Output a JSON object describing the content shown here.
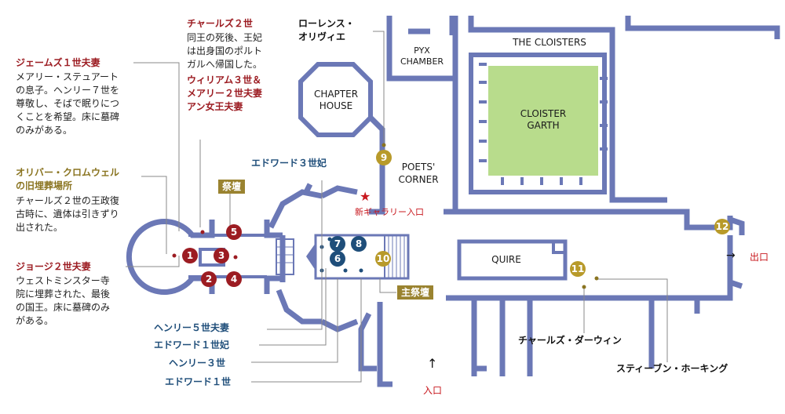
{
  "colors": {
    "wall": "#6b78b6",
    "garth": "#b8dc8c",
    "red": "#9c1c22",
    "navy": "#1f4e7a",
    "gold": "#b89a2a",
    "tag": "#9a8330"
  },
  "labels": {
    "charles2_title": "チャールズ２世",
    "charles2_body": [
      "同王の死後、王妃",
      "は出身国のポルト",
      "ガルへ帰国した。"
    ],
    "william3_title": [
      "ウィリアム３世＆",
      "メアリー２世夫妻",
      "アン女王夫妻"
    ],
    "lawrence_olivier": [
      "ローレンス・",
      "オリヴィエ"
    ],
    "james1_title": "ジェームズ１世夫妻",
    "james1_body": [
      "メアリー・ステュアート",
      "の息子。ヘンリー７世を",
      "尊敬し、そばで眠りにつ",
      "くことを希望。床に墓碑",
      "のみがある。"
    ],
    "cromwell_title": [
      "オリバー・クロムウェル",
      "の旧埋葬場所"
    ],
    "cromwell_body": [
      "チャールズ２世の王政復",
      "古時に、遺体は引きずり",
      "出された。"
    ],
    "george2_title": "ジョージ２世夫妻",
    "george2_body": [
      "ウェストミンスター寺",
      "院に埋葬された、最後",
      "の国王。床に墓碑のみ",
      "がある。"
    ],
    "edward3_consort": "エドワード３世妃",
    "henry5_couple": "ヘンリー５世夫妻",
    "edward1_consort": "エドワード１世妃",
    "henry3": "ヘンリー３世",
    "edward1": "エドワード１世",
    "charles_darwin": "チャールズ・ダーウィン",
    "stephen_hawking": "スティーブン・ホーキング",
    "new_gallery_entrance": "新ギャラリー入口",
    "entrance": "入口",
    "exit": "出口",
    "exit_arrow": "→",
    "entrance_arrow": "↑",
    "star": "★"
  },
  "tags": {
    "altar": "祭壇",
    "high_altar": "主祭壇"
  },
  "plan_labels": {
    "pyx_chamber": [
      "PYX",
      "CHAMBER"
    ],
    "chapter_house": [
      "CHAPTER",
      "HOUSE"
    ],
    "the_cloisters": "THE CLOISTERS",
    "cloister_garth": [
      "CLOISTER",
      "GARTH"
    ],
    "poets_corner": [
      "POETS'",
      "CORNER"
    ],
    "quire": "QUIRE"
  },
  "markers": {
    "m1": "1",
    "m2": "2",
    "m3": "3",
    "m4": "4",
    "m5": "5",
    "m6": "6",
    "m7": "7",
    "m8": "8",
    "m9": "9",
    "m10": "10",
    "m11": "11",
    "m12": "12"
  }
}
